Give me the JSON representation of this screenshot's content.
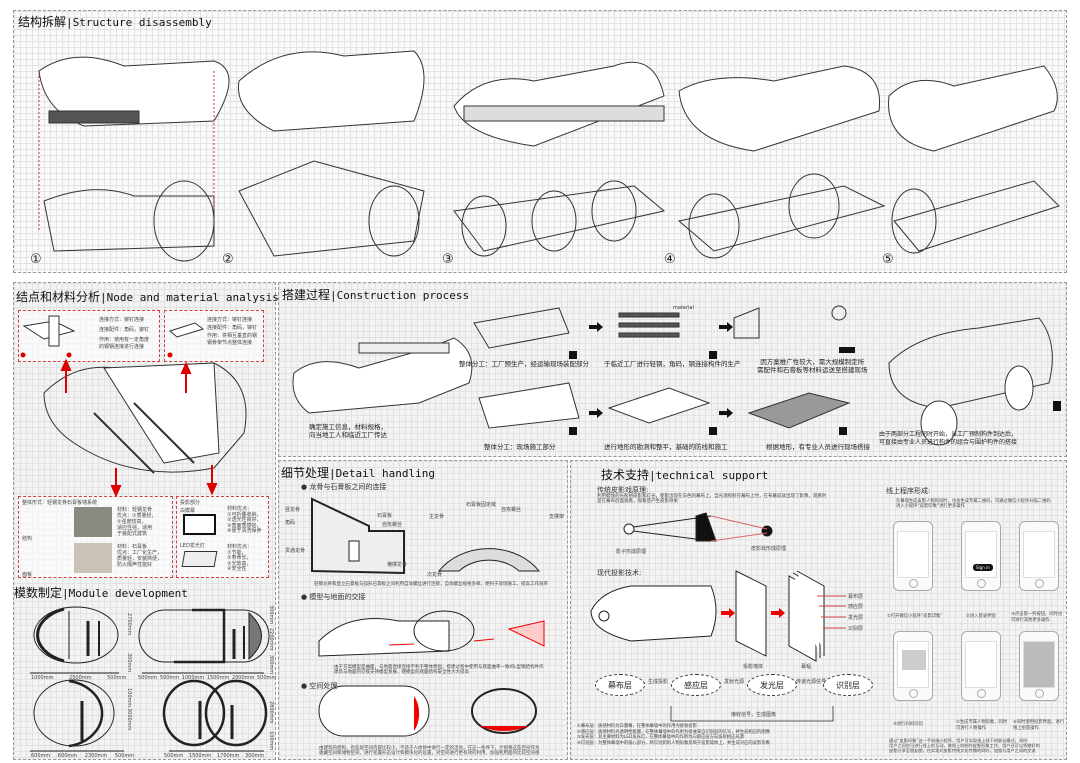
{
  "structure": {
    "title_cn": "结构拆解",
    "title_en": "|Structure disassembly",
    "steps": [
      "①",
      "②",
      "③",
      "④",
      "⑤"
    ]
  },
  "node": {
    "title_cn": "结点和材料分析",
    "title_en": "|Node and material analysis",
    "joint1": [
      "连接方式：铆钉连接",
      "连接配件：角码，铆钉",
      "作用：使用有一定角度",
      "的钢钢连接进行连接"
    ],
    "joint2": [
      "连接方式：铆钉连接",
      "连接配件：角码，铆钉",
      "作用：将相互垂直的钢",
      "钢骨架节点整体连接"
    ],
    "frame_title": "整体形式：轻钢龙骨石膏板墙系统",
    "label_keel": "结构",
    "label_board": "面板",
    "keel_text": [
      "材料：轻钢龙骨",
      "优点：①质量轻，",
      "②强度较高，",
      "适应性强，适用",
      "于装配式建筑"
    ],
    "board_text": [
      "材料：石膏板",
      "优点：工厂化生产，",
      "质量轻，安装简便，",
      "防火隔声性能好"
    ],
    "proj_title": "投影部分",
    "screen_label": "白膜幕",
    "led_label": "LED发光灯",
    "screen_text": [
      "材料优点：",
      "①可折叠收纳，",
      "②透光性良好，",
      "③表面质感好，",
      "④便于清洗保养"
    ],
    "led_text": [
      "材料优点：",
      "①节能，",
      "②寿命长，",
      "③光效高，",
      "④安全性"
    ]
  },
  "module": {
    "title_cn": "模数制定",
    "title_en": "|Module development",
    "dims_a": [
      "1000mm",
      "2500mm",
      "500mm"
    ],
    "dims_a_v": [
      "2700mm",
      "300mm"
    ],
    "dims_b": [
      "500mm",
      "500mm",
      "1000mm",
      "1500mm",
      "2000mm",
      "500mm"
    ],
    "dims_b_v": [
      "300mm",
      "2200mm",
      "300mm"
    ],
    "dims_c": [
      "600mm",
      "600mm",
      "2300mm",
      "500mm"
    ],
    "dims_c_v": [
      "100mm",
      "3000mm"
    ],
    "dims_d": [
      "500mm",
      "1500mm",
      "1700mm",
      "300mm"
    ],
    "dims_d_v": [
      "2800mm",
      "100mm"
    ]
  },
  "construction": {
    "title_cn": "搭建过程",
    "title_en": "|Construction process",
    "intro": [
      "确定施工信息，材料规格，",
      "向当地工人和临近工厂传达"
    ],
    "factory_1": "整体分工：工厂预生产，经运输现场装配部分",
    "factory_2": "于临近工厂进行轻钢，角码，钢连接构件的生产",
    "factory_3": [
      "因方案推广性较大，需大规模制定所",
      "需配件和石膏板等材料运送至搭建现场"
    ],
    "site_1": "整体分工：现场施工部分",
    "site_2": "进行地形的勘测和整平，基础的防线和施工",
    "site_3": "根据地形，有专业人员进行现场搭接",
    "final": [
      "由于两部分工程同时开始，当工厂预制构件到达后，",
      "可直接由专业人员进行构件的组合与围护构件的搭接"
    ],
    "material_label": "material"
  },
  "detail": {
    "title_cn": "细节处理",
    "title_en": "|Detail handling",
    "s1": "龙骨与石膏板之间的连接",
    "s1_labels": [
      "竖龙骨",
      "角码",
      "贯通龙骨",
      "石膏板",
      "自攻螺丝",
      "横撑龙骨",
      "石膏板固定缝",
      "自攻螺丝",
      "主龙骨",
      "支撑架",
      "次龙骨"
    ],
    "s1_text": "轻钢龙骨和直立石膏板与弧形石膏板之间利用自攻螺丝进行连接，自攻螺丝规格多样，便利于现场施工，提高工作效率",
    "s2": "模型与地面的交接",
    "s2_text": [
      "由于方案模型是曲面，与地面直接连接不利于整体稳固，搭建过程中使用与底面曲率一致的L型钢结构件作",
      "建筑与地面的交接支持模型发展，使模型的底面结构安全性大大提高"
    ],
    "s3": "空间处理",
    "s3_text": [
      "由建筑的结构，有些处空间内容比较小，不适于人体将中进行一定的活动，在这一条件下，计划将这些空间作为",
      "收藏空间和储物空间，进行装置形态设计和模块化的设置，对空间进行更有效的利用，加强利用面的比较空间感"
    ]
  },
  "tech": {
    "title_cn": "技术支持",
    "title_en": "|technical support",
    "traditional": "传统皮影戏原理:",
    "traditional_text": [
      "利用蜡烛的光照射皮影和灯光，使影出现在白色的幕布上，当光源照射在幕布上时，在布幕前就出现了影像，观看时",
      "是在幕布后面观看，观看后产生皮影效果"
    ],
    "shadow_label": "影子形成原理",
    "shadow_play_label": "皮影戏形成原理",
    "modern": "现代投影技术:",
    "projection_wall": "投影墙体",
    "screen": "幕幅",
    "layers": [
      "幕布层",
      "感应层",
      "发光层",
      "识别层"
    ],
    "flow": [
      "幕布层",
      "感应层",
      "发光层",
      "识别层"
    ],
    "flow_arrows": [
      "生成投影",
      "发射光源",
      "传递光源信号",
      "接收信号，生成图像"
    ],
    "notes": [
      "①幕布层：质感材料为白膜幕，在整体幕墙中的作用为接收投影",
      "②感应层：质感材料为透明性能膜，在整体幕墙中的作用为接收来自识别层的信号，并生成相应的图像",
      "③发光层：其主要材料为LED发光灯，在整体幕墙中的作用为向感应层方向发射相应光源",
      "④识别层：为整体幕墙中的核心部分，将识别到的人物形象反映于投影墙体上，并生成对应的皮影形象"
    ],
    "online": "线上程序形成:",
    "online_text": [
      "在幕墙生成皮影人物的同时，也会生成专属二维码，可通过微信小程序扫描二维码",
      "进入小程序“皮影印象”进行更多操作"
    ],
    "phones": [
      "①打开微信小程序“皮影印象”",
      "②进入登录界面",
      "③点击第一列按钮，同时也可进行其他更多操作",
      "④进行扫码识别",
      "⑤生成专属人物形象，同时可进行人物操作",
      "⑥同时使用投影界面，进行线上组装操作"
    ],
    "sign_in": "Sign in",
    "bottom_text": [
      "通过“皮影印象”这一手机端小程序，用户可实现线上线下的联动模式，同时",
      "用户之间也可进行线上的互动，做线上的制作皮影形象工作，用户还可以将做好的",
      "皮影分享至朋友圈，在实现对皮影传统文化传播的同时，加强与用户之间的交流"
    ]
  },
  "colors": {
    "accent": "#e00000",
    "line": "#222222"
  }
}
